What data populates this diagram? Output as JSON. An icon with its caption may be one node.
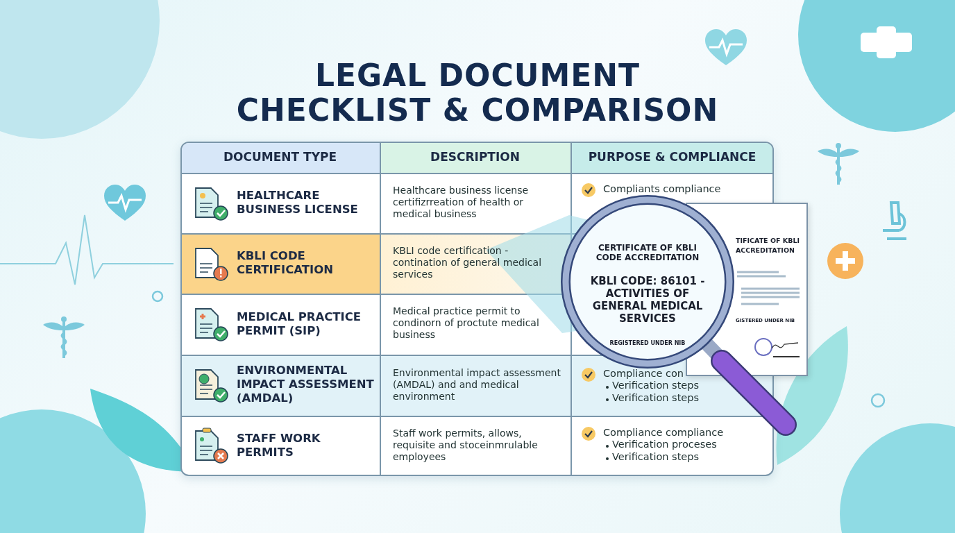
{
  "diagram": {
    "title": "LEGAL DOCUMENT CHECKLIST & COMPARISON",
    "labels": [
      "DOCUMENT TYPE",
      "DESCRIPTION",
      "PURPOSE & COMPLIANCE",
      "HEALTHCARE BUSINESS LICENSE",
      "Healthcare business license certifizrreation of health or medical business",
      "Compliants compliance",
      "KBLI CODE CERTIFICATION",
      "KBLI code certification - contination of general medical services",
      "MEDICAL PRACTICE PERMIT (SIP)",
      "Medical practice permit to condinorn of proctute medical business",
      "ENVIRONMENTAL IMPACT ASSESSMENT (AMDAL)",
      "Environmental impact assessment (AMDAL) and and medical environment",
      "Compliance con",
      "Verification steps",
      "Verification steps",
      "STAFF WORK PERMITS",
      "Staff work permits, allows, requisite and stoceinmrulable employees",
      "Compliance compliance",
      "Verification proceses",
      "Verification steps",
      "CERTIFICATE OF KBLI CODE ACCREDITATION",
      "KBLI CODE: 86101 - ACTIVITIES OF GENERAL MEDICAL SERVICES",
      "REGISTERED UNDER NIB",
      "TIFICATE OF KBLI",
      "ACCREDITATION",
      "GISTERED UNDER NIB"
    ]
  }
}
